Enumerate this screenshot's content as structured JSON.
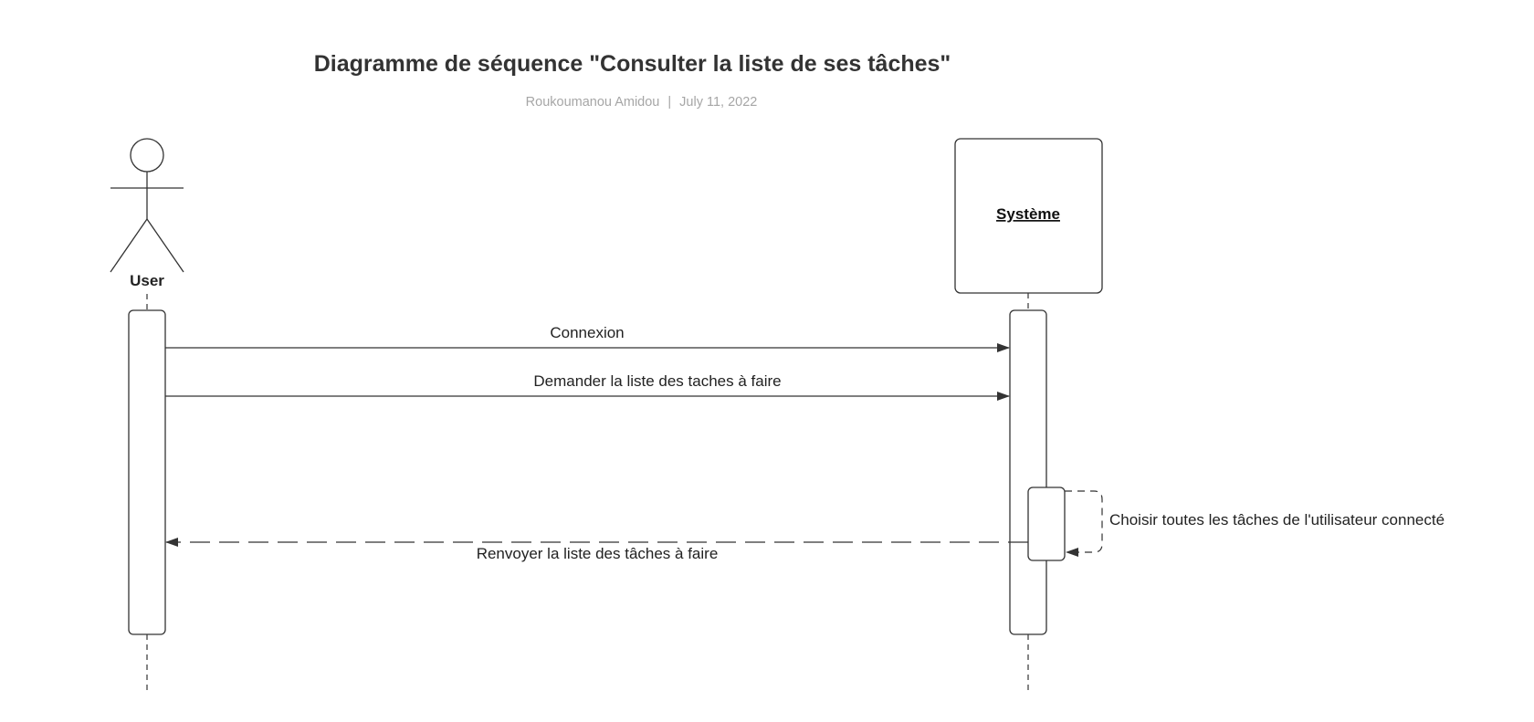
{
  "document": {
    "title": "Diagramme de séquence \"Consulter la liste de ses tâches\"",
    "author": "Roukoumanou Amidou",
    "separator": "|",
    "date": "July 11, 2022"
  },
  "participants": {
    "user": {
      "label": "User",
      "kind": "actor"
    },
    "system": {
      "label": "Système",
      "kind": "object"
    }
  },
  "messages": [
    {
      "label": "Connexion",
      "from": "User",
      "to": "Système",
      "style": "solid"
    },
    {
      "label": "Demander la liste des taches à faire",
      "from": "User",
      "to": "Système",
      "style": "solid"
    },
    {
      "label": "Choisir toutes les tâches de l'utilisateur connecté",
      "from": "Système",
      "to": "Système",
      "style": "dashed"
    },
    {
      "label": "Renvoyer la liste des tâches à faire",
      "from": "Système",
      "to": "User",
      "style": "dashed"
    }
  ],
  "colors": {
    "line": "#333333",
    "text": "#222222",
    "meta": "#a6a6a6"
  }
}
